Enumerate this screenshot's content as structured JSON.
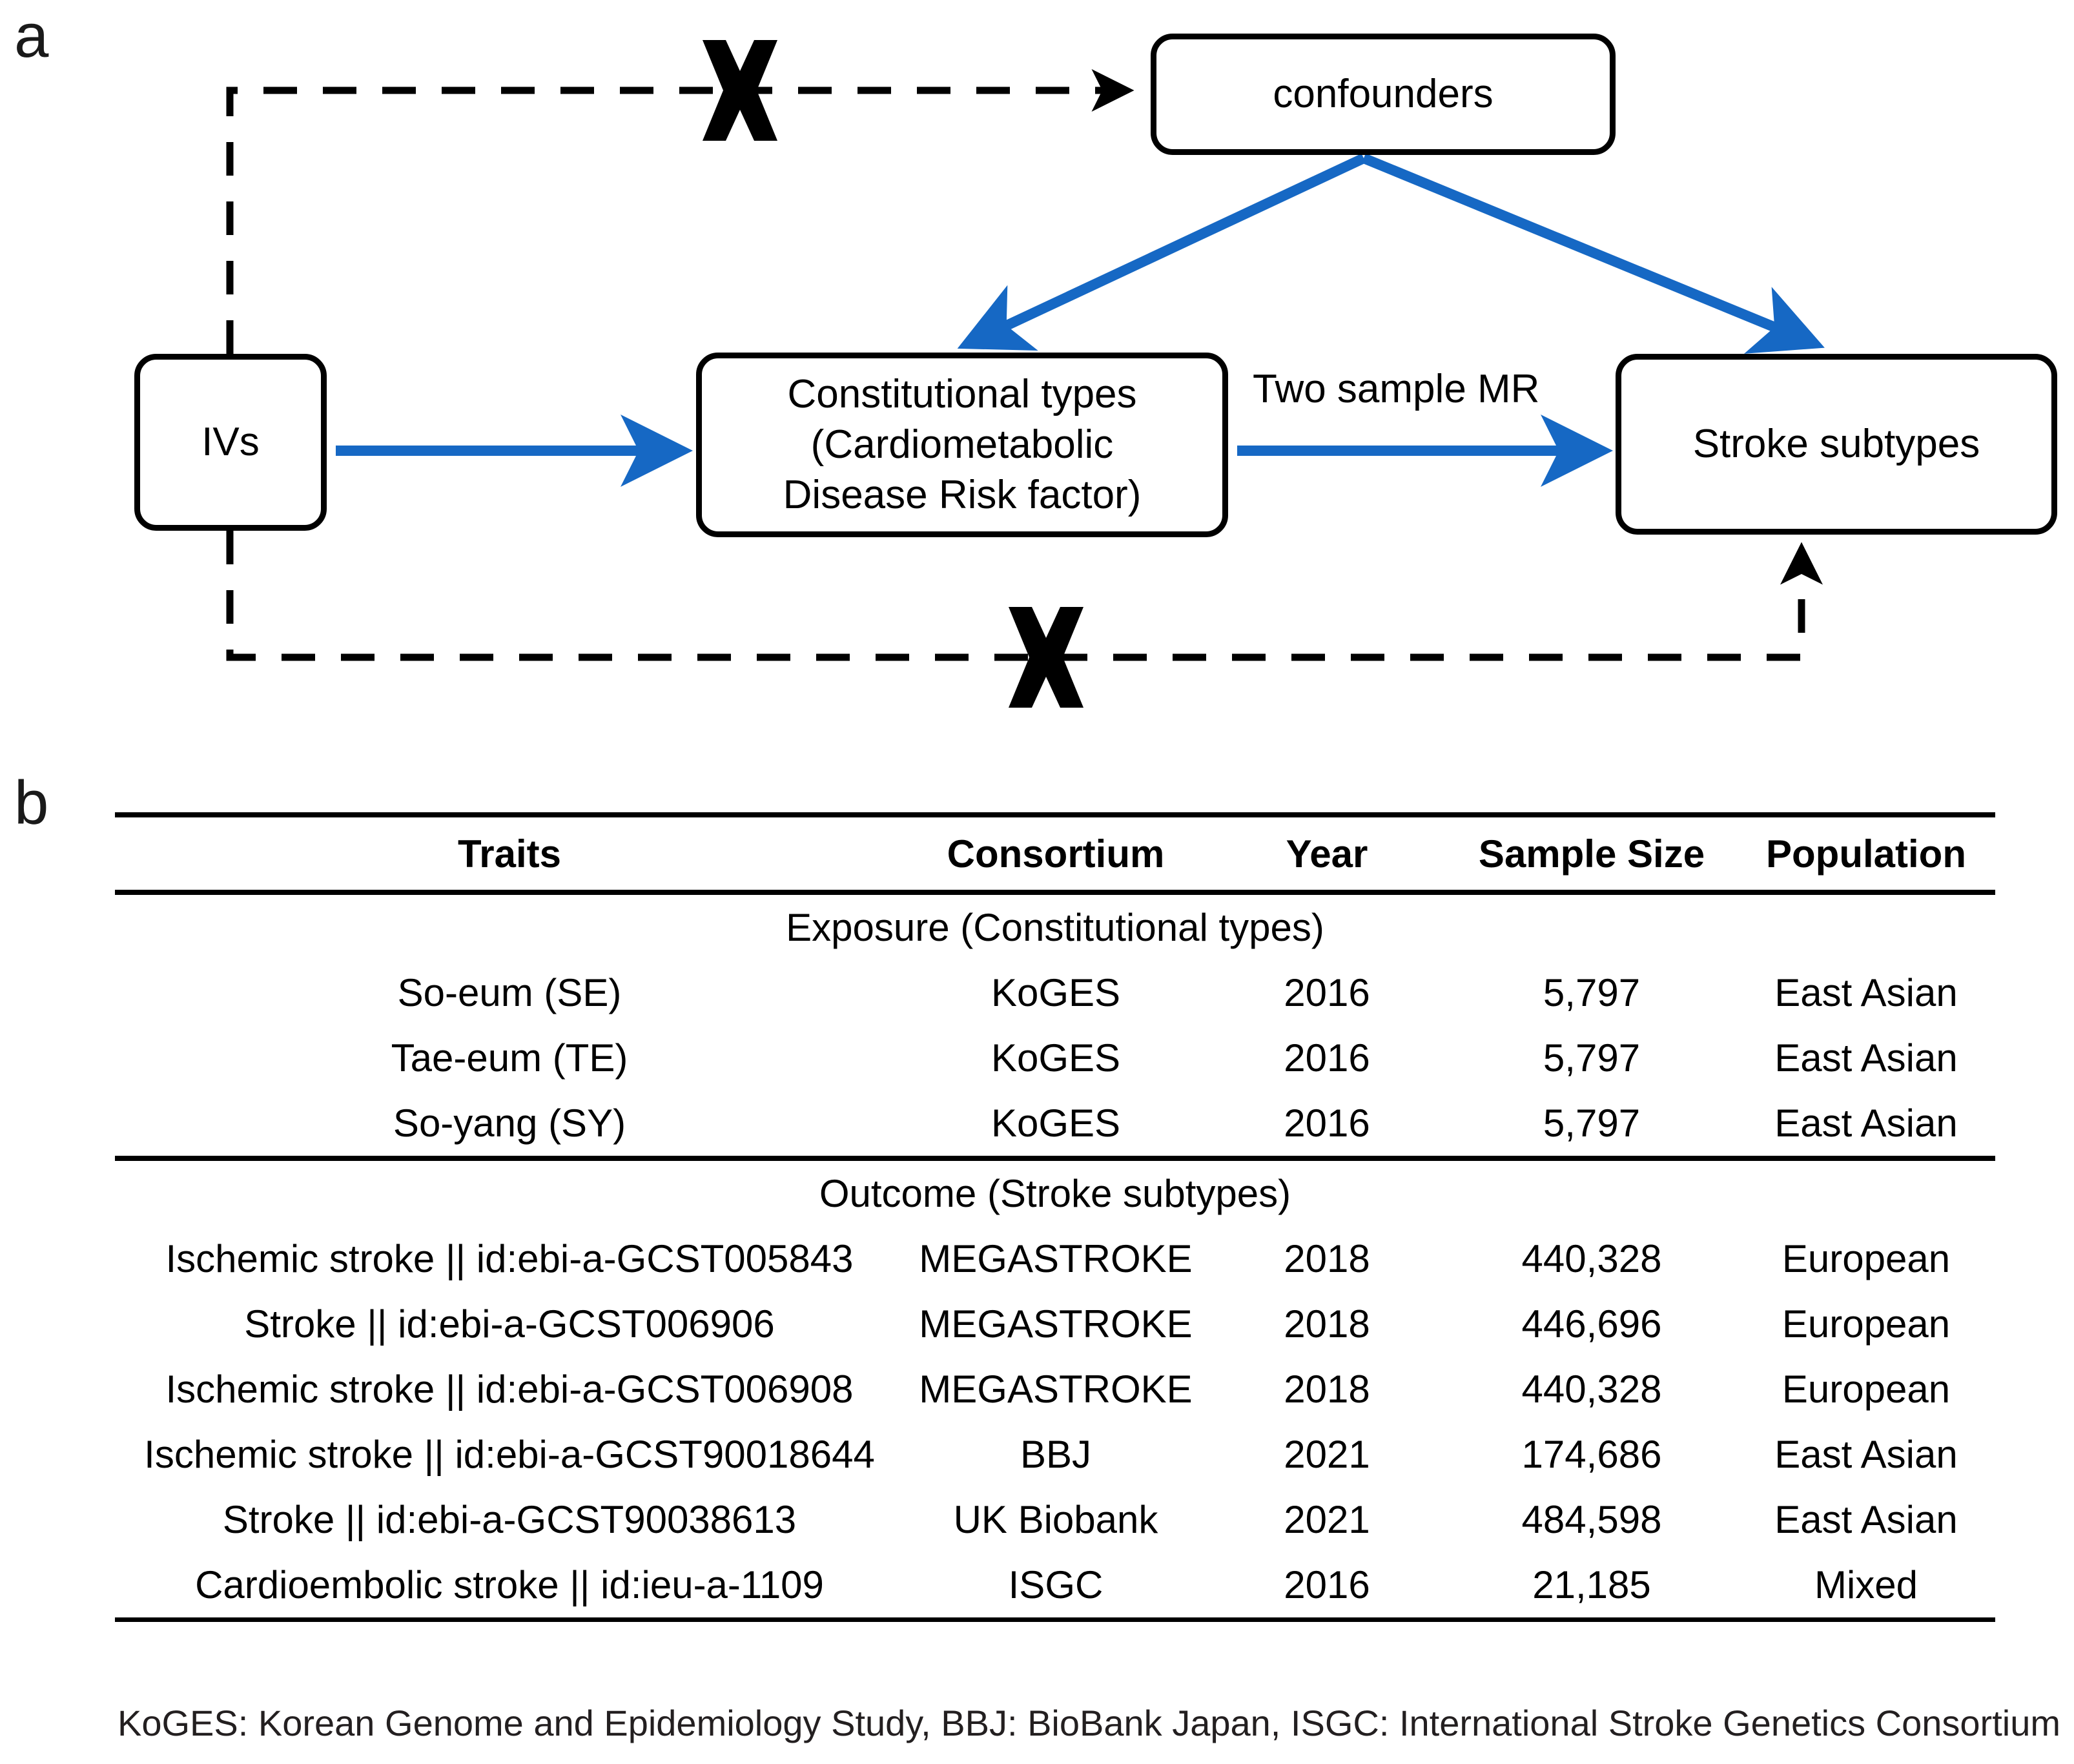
{
  "panels": {
    "a_label": "a",
    "b_label": "b"
  },
  "diagram": {
    "nodes": {
      "ivs": "IVs",
      "exposure_line1": "Constitutional types",
      "exposure_line2": "(Cardiometabolic",
      "exposure_line3": "Disease Risk factor)",
      "confounders": "confounders",
      "outcome": "Stroke subtypes"
    },
    "edge_labels": {
      "two_sample_mr": "Two sample MR"
    },
    "colors": {
      "arrow_blue": "#1668c4",
      "line_black": "#000000",
      "box_fill": "#ffffff"
    },
    "blocked_paths": [
      "ivs-to-confounders",
      "ivs-to-outcome-direct"
    ]
  },
  "table": {
    "columns": [
      "Traits",
      "Consortium",
      "Year",
      "Sample Size",
      "Population"
    ],
    "sections": [
      {
        "heading": "Exposure (Constitutional types)",
        "rows": [
          [
            "So-eum (SE)",
            "KoGES",
            "2016",
            "5,797",
            "East Asian"
          ],
          [
            "Tae-eum (TE)",
            "KoGES",
            "2016",
            "5,797",
            "East Asian"
          ],
          [
            "So-yang (SY)",
            "KoGES",
            "2016",
            "5,797",
            "East Asian"
          ]
        ]
      },
      {
        "heading": "Outcome (Stroke subtypes)",
        "rows": [
          [
            "Ischemic stroke || id:ebi-a-GCST005843",
            "MEGASTROKE",
            "2018",
            "440,328",
            "European"
          ],
          [
            "Stroke || id:ebi-a-GCST006906",
            "MEGASTROKE",
            "2018",
            "446,696",
            "European"
          ],
          [
            "Ischemic stroke || id:ebi-a-GCST006908",
            "MEGASTROKE",
            "2018",
            "440,328",
            "European"
          ],
          [
            "Ischemic stroke || id:ebi-a-GCST90018644",
            "BBJ",
            "2021",
            "174,686",
            "East Asian"
          ],
          [
            "Stroke || id:ebi-a-GCST90038613",
            "UK Biobank",
            "2021",
            "484,598",
            "East Asian"
          ],
          [
            "Cardioembolic stroke || id:ieu-a-1109",
            "ISGC",
            "2016",
            "21,185",
            "Mixed"
          ]
        ]
      }
    ],
    "footnote": "KoGES: Korean Genome and Epidemiology Study, BBJ: BioBank Japan, ISGC: International Stroke Genetics Consortium"
  }
}
